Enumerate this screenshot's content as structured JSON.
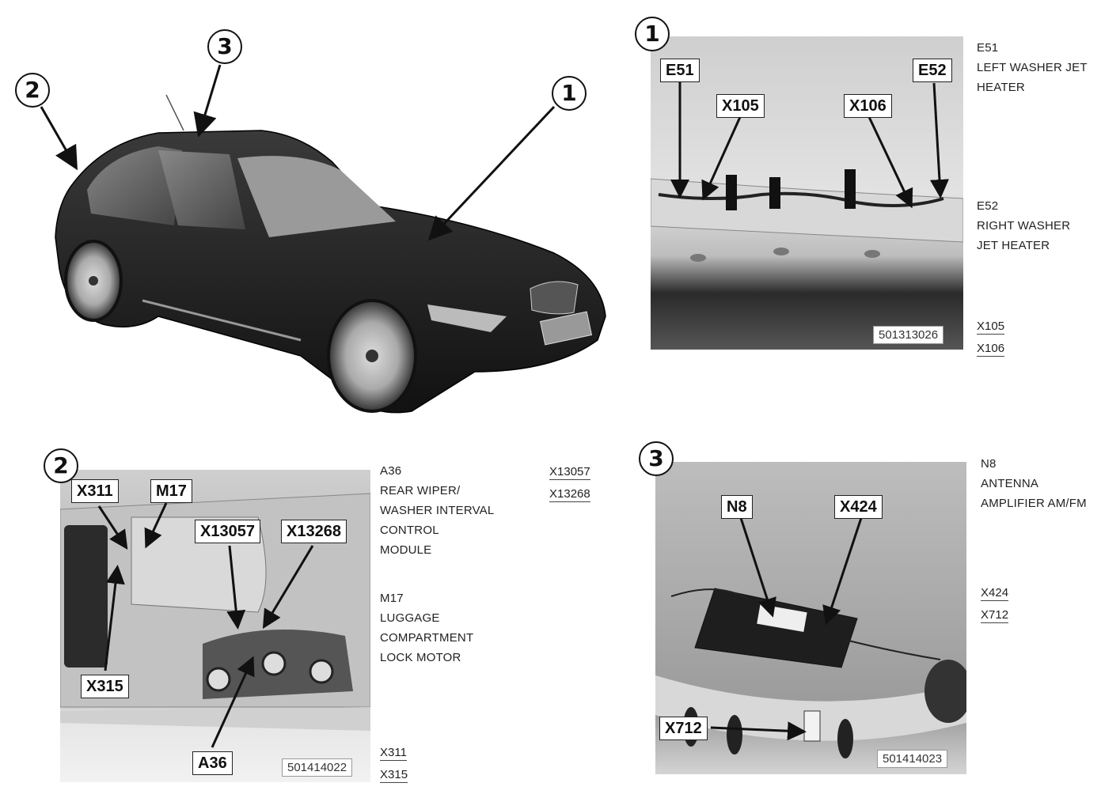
{
  "car": {
    "markers": [
      "1",
      "2",
      "3"
    ]
  },
  "panel1": {
    "marker": "1",
    "callouts": {
      "e51": "E51",
      "x105": "X105",
      "x106": "X106",
      "e52": "E52"
    },
    "photo_id": "501313026",
    "legend": [
      "E51",
      "LEFT WASHER JET",
      "HEATER",
      "",
      "",
      "",
      "",
      "",
      "E52",
      "RIGHT WASHER",
      "JET HEATER"
    ],
    "connectors": [
      "X105",
      "X106"
    ]
  },
  "panel2": {
    "marker": "2",
    "callouts": {
      "x311": "X311",
      "m17": "M17",
      "x13057": "X13057",
      "x13268": "X13268",
      "x315": "X315",
      "a36": "A36"
    },
    "photo_id": "501414022",
    "legend": [
      "A36",
      "REAR WIPER/",
      "WASHER INTERVAL",
      "CONTROL",
      "MODULE",
      "",
      "M17",
      "LUGGAGE",
      "COMPARTMENT",
      "LOCK MOTOR"
    ],
    "connectors_top": [
      "X13057",
      "X13268"
    ],
    "connectors": [
      "X311",
      "X315"
    ]
  },
  "panel3": {
    "marker": "3",
    "callouts": {
      "n8": "N8",
      "x424": "X424",
      "x712": "X712"
    },
    "photo_id": "501414023",
    "legend": [
      "N8",
      "ANTENNA",
      "AMPLIFIER AM/FM"
    ],
    "connectors": [
      "X424",
      "X712"
    ]
  }
}
